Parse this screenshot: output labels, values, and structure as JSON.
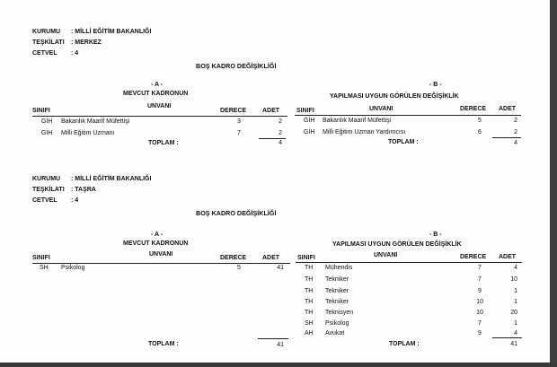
{
  "sections": [
    {
      "kurumu_label": "KURUMU",
      "kurumu_value": ": MİLLİ EĞİTİM BAKANLIĞI",
      "teskilati_label": "TEŞKİLATI",
      "teskilati_value": ": MERKEZ",
      "cetvel_label": "CETVEL",
      "cetvel_value": ": 4",
      "title": "BOŞ KADRO DEĞİŞİKLİĞİ",
      "a_mark": "- A -",
      "a_title": "MEVCUT KADRONUN",
      "b_mark": "- B -",
      "b_title": "YAPILMASI UYGUN GÖRÜLEN DEĞİŞİKLİK",
      "col_sinifi": "SINIFI",
      "col_unvani": "UNVANI",
      "col_derece": "DERECE",
      "col_adet": "ADET",
      "left_rows": [
        {
          "sinif": "GİH",
          "unvan": "Bakanlık Maarif Müfettişi",
          "derece": "3",
          "adet": "2"
        },
        {
          "sinif": "GİH",
          "unvan": "Milli Eğitim Uzmanı",
          "derece": "7",
          "adet": "2"
        }
      ],
      "right_rows": [
        {
          "sinif": "GİH",
          "unvan": "Bakanlık Maarif Müfettişi",
          "derece": "5",
          "adet": "2"
        },
        {
          "sinif": "GİH",
          "unvan": "Milli Eğitim Uzman Yardımcısı",
          "derece": "6",
          "adet": "2"
        }
      ],
      "toplam_label": "TOPLAM :",
      "left_total": "4",
      "right_total": "4"
    },
    {
      "kurumu_label": "KURUMU",
      "kurumu_value": ": MİLLİ EĞİTİM BAKANLIĞI",
      "teskilati_label": "TEŞKİLATI",
      "teskilati_value": ": TAŞRA",
      "cetvel_label": "CETVEL",
      "cetvel_value": ": 4",
      "title": "BOŞ KADRO DEĞİŞİKLİĞİ",
      "a_mark": "- A -",
      "a_title": "MEVCUT KADRONUN",
      "b_mark": "- B -",
      "b_title": "YAPILMASI UYGUN GÖRÜLEN DEĞİŞİKLİK",
      "col_sinifi": "SINIFI",
      "col_unvani": "UNVANI",
      "col_derece": "DERECE",
      "col_adet": "ADET",
      "left_rows": [
        {
          "sinif": "SH",
          "unvan": "Psikolog",
          "derece": "5",
          "adet": "41"
        }
      ],
      "right_rows": [
        {
          "sinif": "TH",
          "unvan": "Mühendis",
          "derece": "7",
          "adet": "4"
        },
        {
          "sinif": "TH",
          "unvan": "Tekniker",
          "derece": "7",
          "adet": "10"
        },
        {
          "sinif": "TH",
          "unvan": "Tekniker",
          "derece": "9",
          "adet": "1"
        },
        {
          "sinif": "TH",
          "unvan": "Tekniker",
          "derece": "10",
          "adet": "1"
        },
        {
          "sinif": "TH",
          "unvan": "Teknisyen",
          "derece": "10",
          "adet": "20"
        },
        {
          "sinif": "SH",
          "unvan": "Psikolog",
          "derece": "7",
          "adet": "1"
        },
        {
          "sinif": "AH",
          "unvan": "Avukat",
          "derece": "9",
          "adet": "4"
        }
      ],
      "toplam_label": "TOPLAM :",
      "left_total": "41",
      "right_total": "41"
    }
  ]
}
